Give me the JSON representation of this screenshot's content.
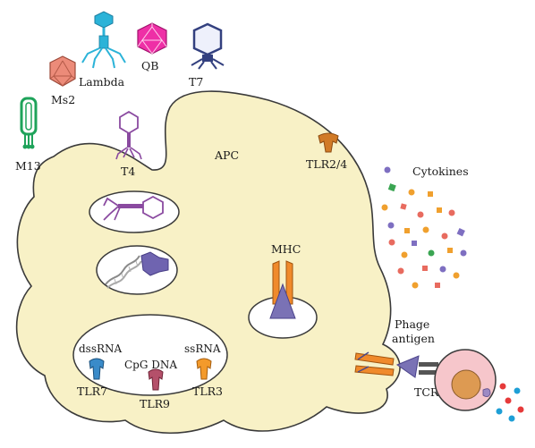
{
  "labels": {
    "lambda": "Lambda",
    "qb": "QB",
    "t7": "T7",
    "ms2": "Ms2",
    "m13": "M13",
    "t4": "T4",
    "apc": "APC",
    "tlr24": "TLR2/4",
    "cytokines": "Cytokines",
    "mhc": "MHC",
    "phage_antigen_line1": "Phage",
    "phage_antigen_line2": "antigen",
    "dssrna": "dssRNA",
    "cpg_dna": "CpG DNA",
    "ssrna": "ssRNA",
    "tlr7": "TLR7",
    "tlr9": "TLR9",
    "tlr3": "TLR3",
    "tcr": "TCR"
  },
  "colors": {
    "cell_fill": "#f8f1c6",
    "cell_stroke": "#3a3a3a",
    "lambda_blue": "#2bb3d8",
    "qb_magenta": "#ee2fa6",
    "t7_navy": "#33407f",
    "ms2_salmon": "#ec8b79",
    "m13_green": "#1ea35a",
    "t4_purple": "#8a4aa0",
    "tlr_orange": "#d17a26",
    "mhc_orange": "#f08a2b",
    "antigen_purple": "#7a72b5",
    "tcell_pink": "#f6c6cb"
  }
}
